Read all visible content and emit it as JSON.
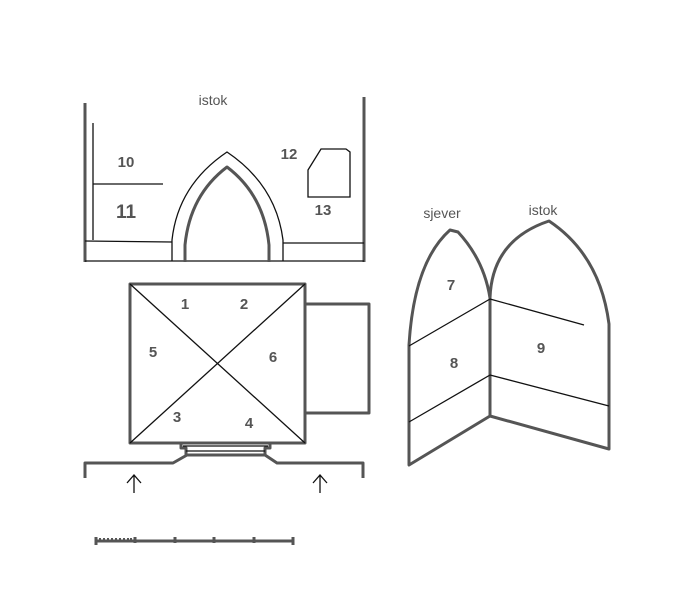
{
  "elevation": {
    "direction_label": "istok",
    "labels": [
      "10",
      "11",
      "12",
      "13"
    ]
  },
  "plan": {
    "labels": [
      "1",
      "2",
      "3",
      "4",
      "5",
      "6"
    ]
  },
  "walls": {
    "direction_labels": [
      "sjever",
      "istok"
    ],
    "labels": [
      "7",
      "8",
      "9"
    ]
  },
  "colors": {
    "stroke": "#555555",
    "text": "#555555"
  }
}
